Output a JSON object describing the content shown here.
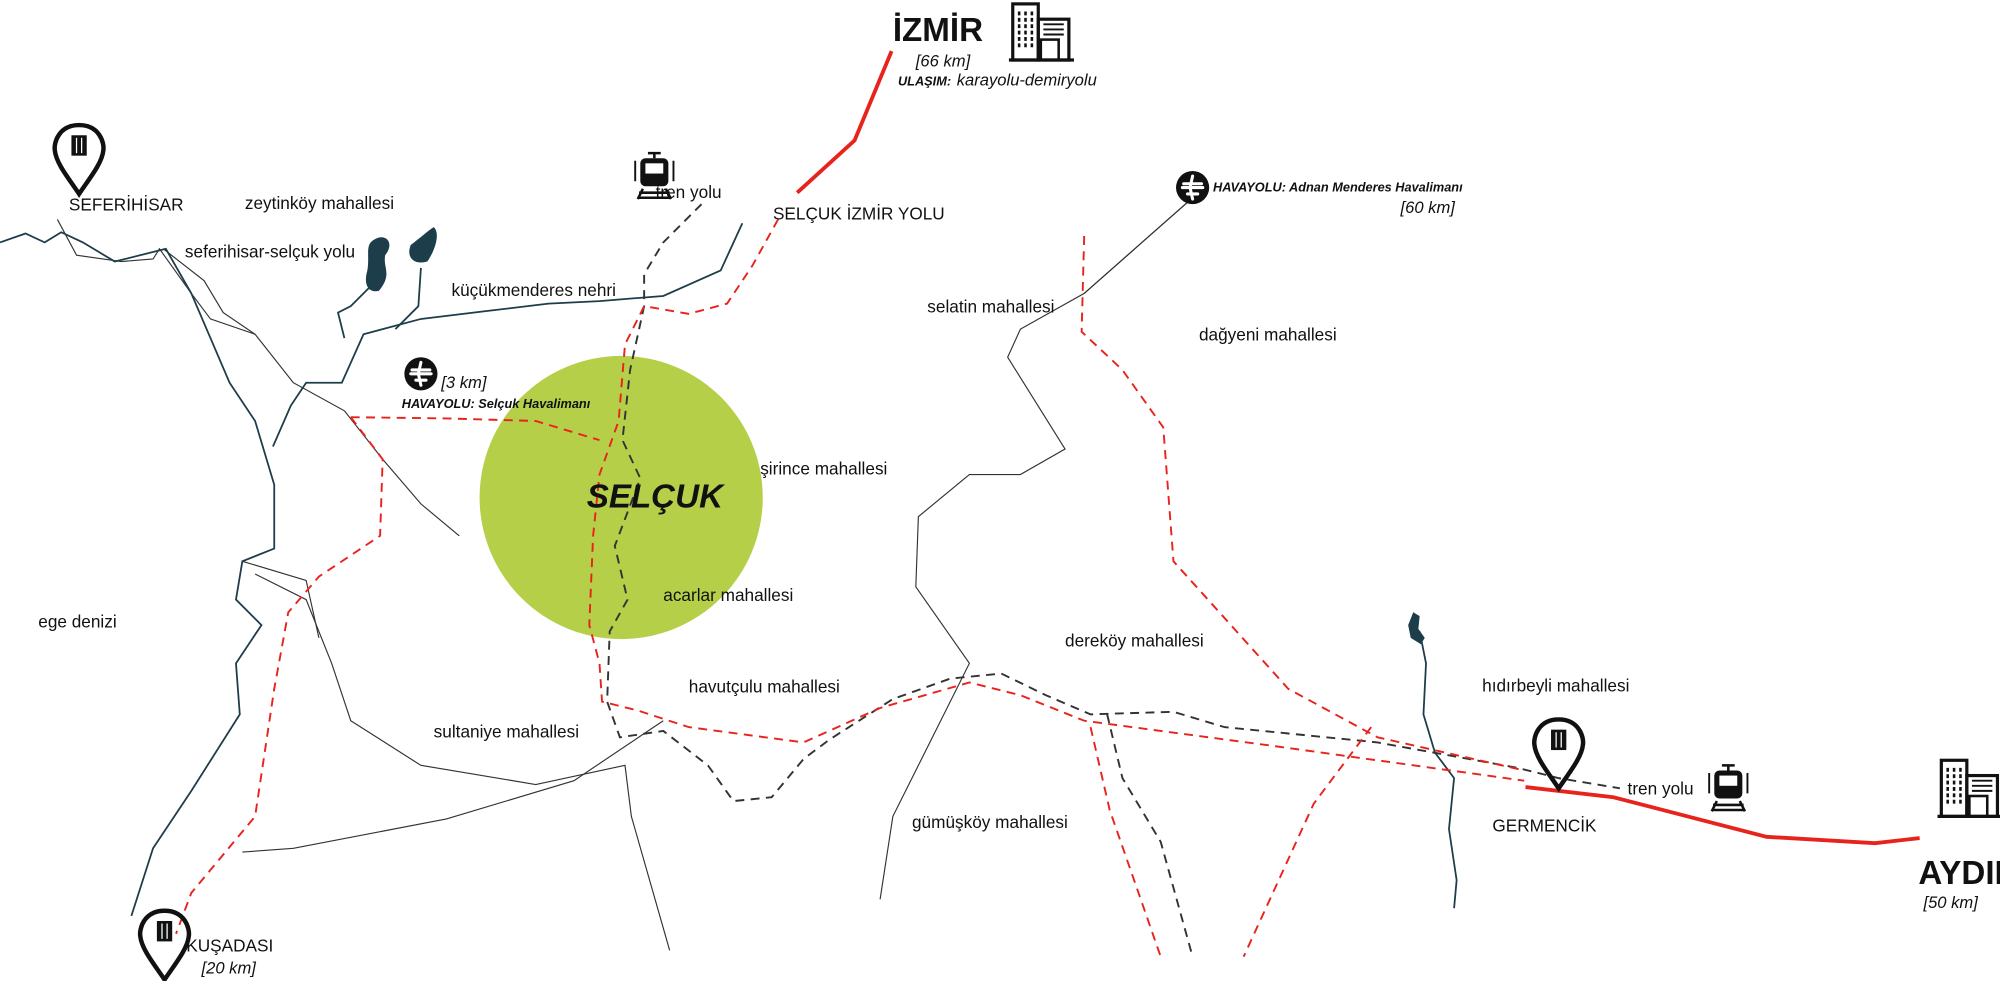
{
  "colors": {
    "selcuk_area": "#b5cf49",
    "route": "#e8231c",
    "water": "#1e3d4a",
    "rail": "#333333"
  },
  "center": {
    "name": "SELÇUK"
  },
  "cities": {
    "izmir": {
      "name": "İZMİR",
      "distance": "[66 km]",
      "transport_label": "ULAŞIM:",
      "transport": "karayolu-demiryolu"
    },
    "aydin": {
      "name": "AYDIN",
      "distance": "[50 km]"
    },
    "kusadasi": {
      "name": "KUŞADASI",
      "distance": "[20 km]"
    },
    "seferihisar": {
      "name": "SEFERİHİSAR"
    },
    "germencik": {
      "name": "GERMENCİK"
    }
  },
  "airports": {
    "adnan": {
      "label": "HAVAYOLU: Adnan Menderes Havalimanı",
      "distance": "[60 km]"
    },
    "selcuk": {
      "label": "HAVAYOLU: Selçuk Havalimanı",
      "distance": "[3 km]"
    }
  },
  "labels": {
    "tren_yolu_1": "tren yolu",
    "tren_yolu_2": "tren yolu",
    "selcuk_izmir_yolu": "SELÇUK İZMİR YOLU",
    "zeytinkoy": "zeytinköy mahallesi",
    "seferihisar_yolu": "seferihisar-selçuk yolu",
    "kucukmenderes": "küçükmenderes nehri",
    "selatin": "selatin mahallesi",
    "dagyeni": "dağyeni mahallesi",
    "sirince": "şirince mahallesi",
    "acarlar": "acarlar mahallesi",
    "ege": "ege denizi",
    "derekoy": "dereköy mahallesi",
    "havutculu": "havutçulu mahallesi",
    "hidirbeyli": "hıdırbeyli mahallesi",
    "sultaniye": "sultaniye mahallesi",
    "gumuskoy": "gümüşköy mahallesi"
  },
  "icons": [
    "building-icon",
    "map-pin-icon",
    "train-icon",
    "plane-icon"
  ]
}
